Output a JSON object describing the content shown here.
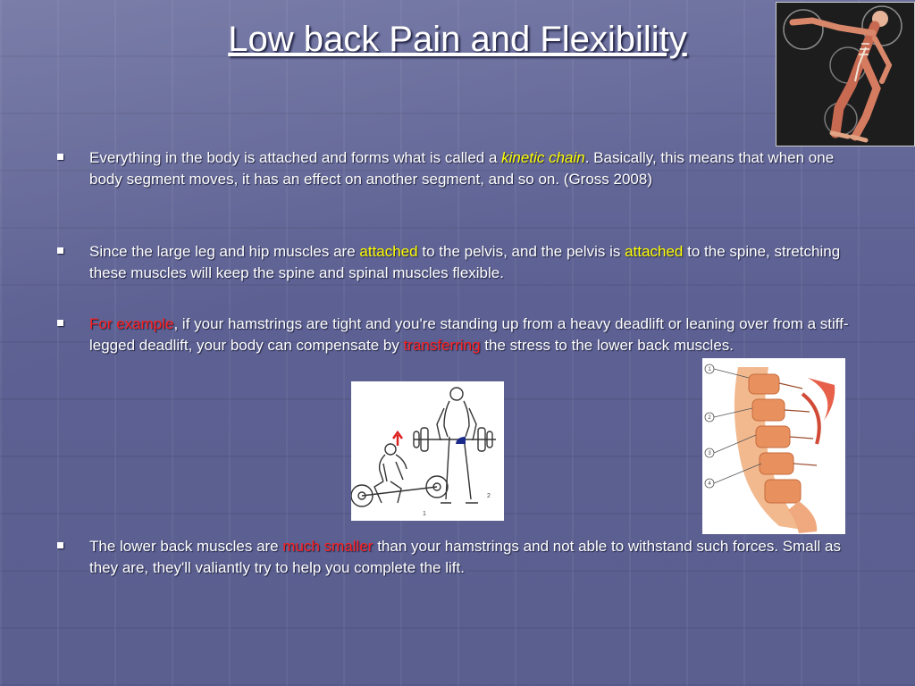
{
  "slide": {
    "title": "Low back Pain and Flexibility",
    "bullets": [
      {
        "p1": "Everything in the body is attached and forms what is called a ",
        "h1": "kinetic chain",
        "p2": ". Basically, this means that when one body segment moves, it has an effect on another segment, and so on. (Gross 2008)"
      },
      {
        "p1": "Since the large leg and hip muscles are ",
        "h1": "attached",
        "p2": " to the pelvis, and the pelvis is ",
        "h2": "attached",
        "p3": " to the spine, stretching these muscles will keep the spine and spinal muscles flexible."
      },
      {
        "h1": "For example",
        "p1": ", if your hamstrings are tight and you're standing up from a heavy deadlift or leaning over from a stiff-legged deadlift, your body can compensate by ",
        "h2": "transferring",
        "p2": " the stress to the lower back muscles."
      },
      {
        "p1": "The lower back muscles are ",
        "h1": "much smaller",
        "p2": " than your hamstrings and not able to withstand such forces. Small as they are, they'll valiantly try to help you complete the lift."
      }
    ],
    "deadlift_figure": {
      "label_1": "1",
      "label_2": "2"
    },
    "spine_figure": {
      "labels": [
        "1",
        "2",
        "3",
        "4"
      ]
    }
  },
  "colors": {
    "highlight_yellow": "#ffff00",
    "highlight_red": "#ff2020",
    "background": "#5c6092"
  }
}
